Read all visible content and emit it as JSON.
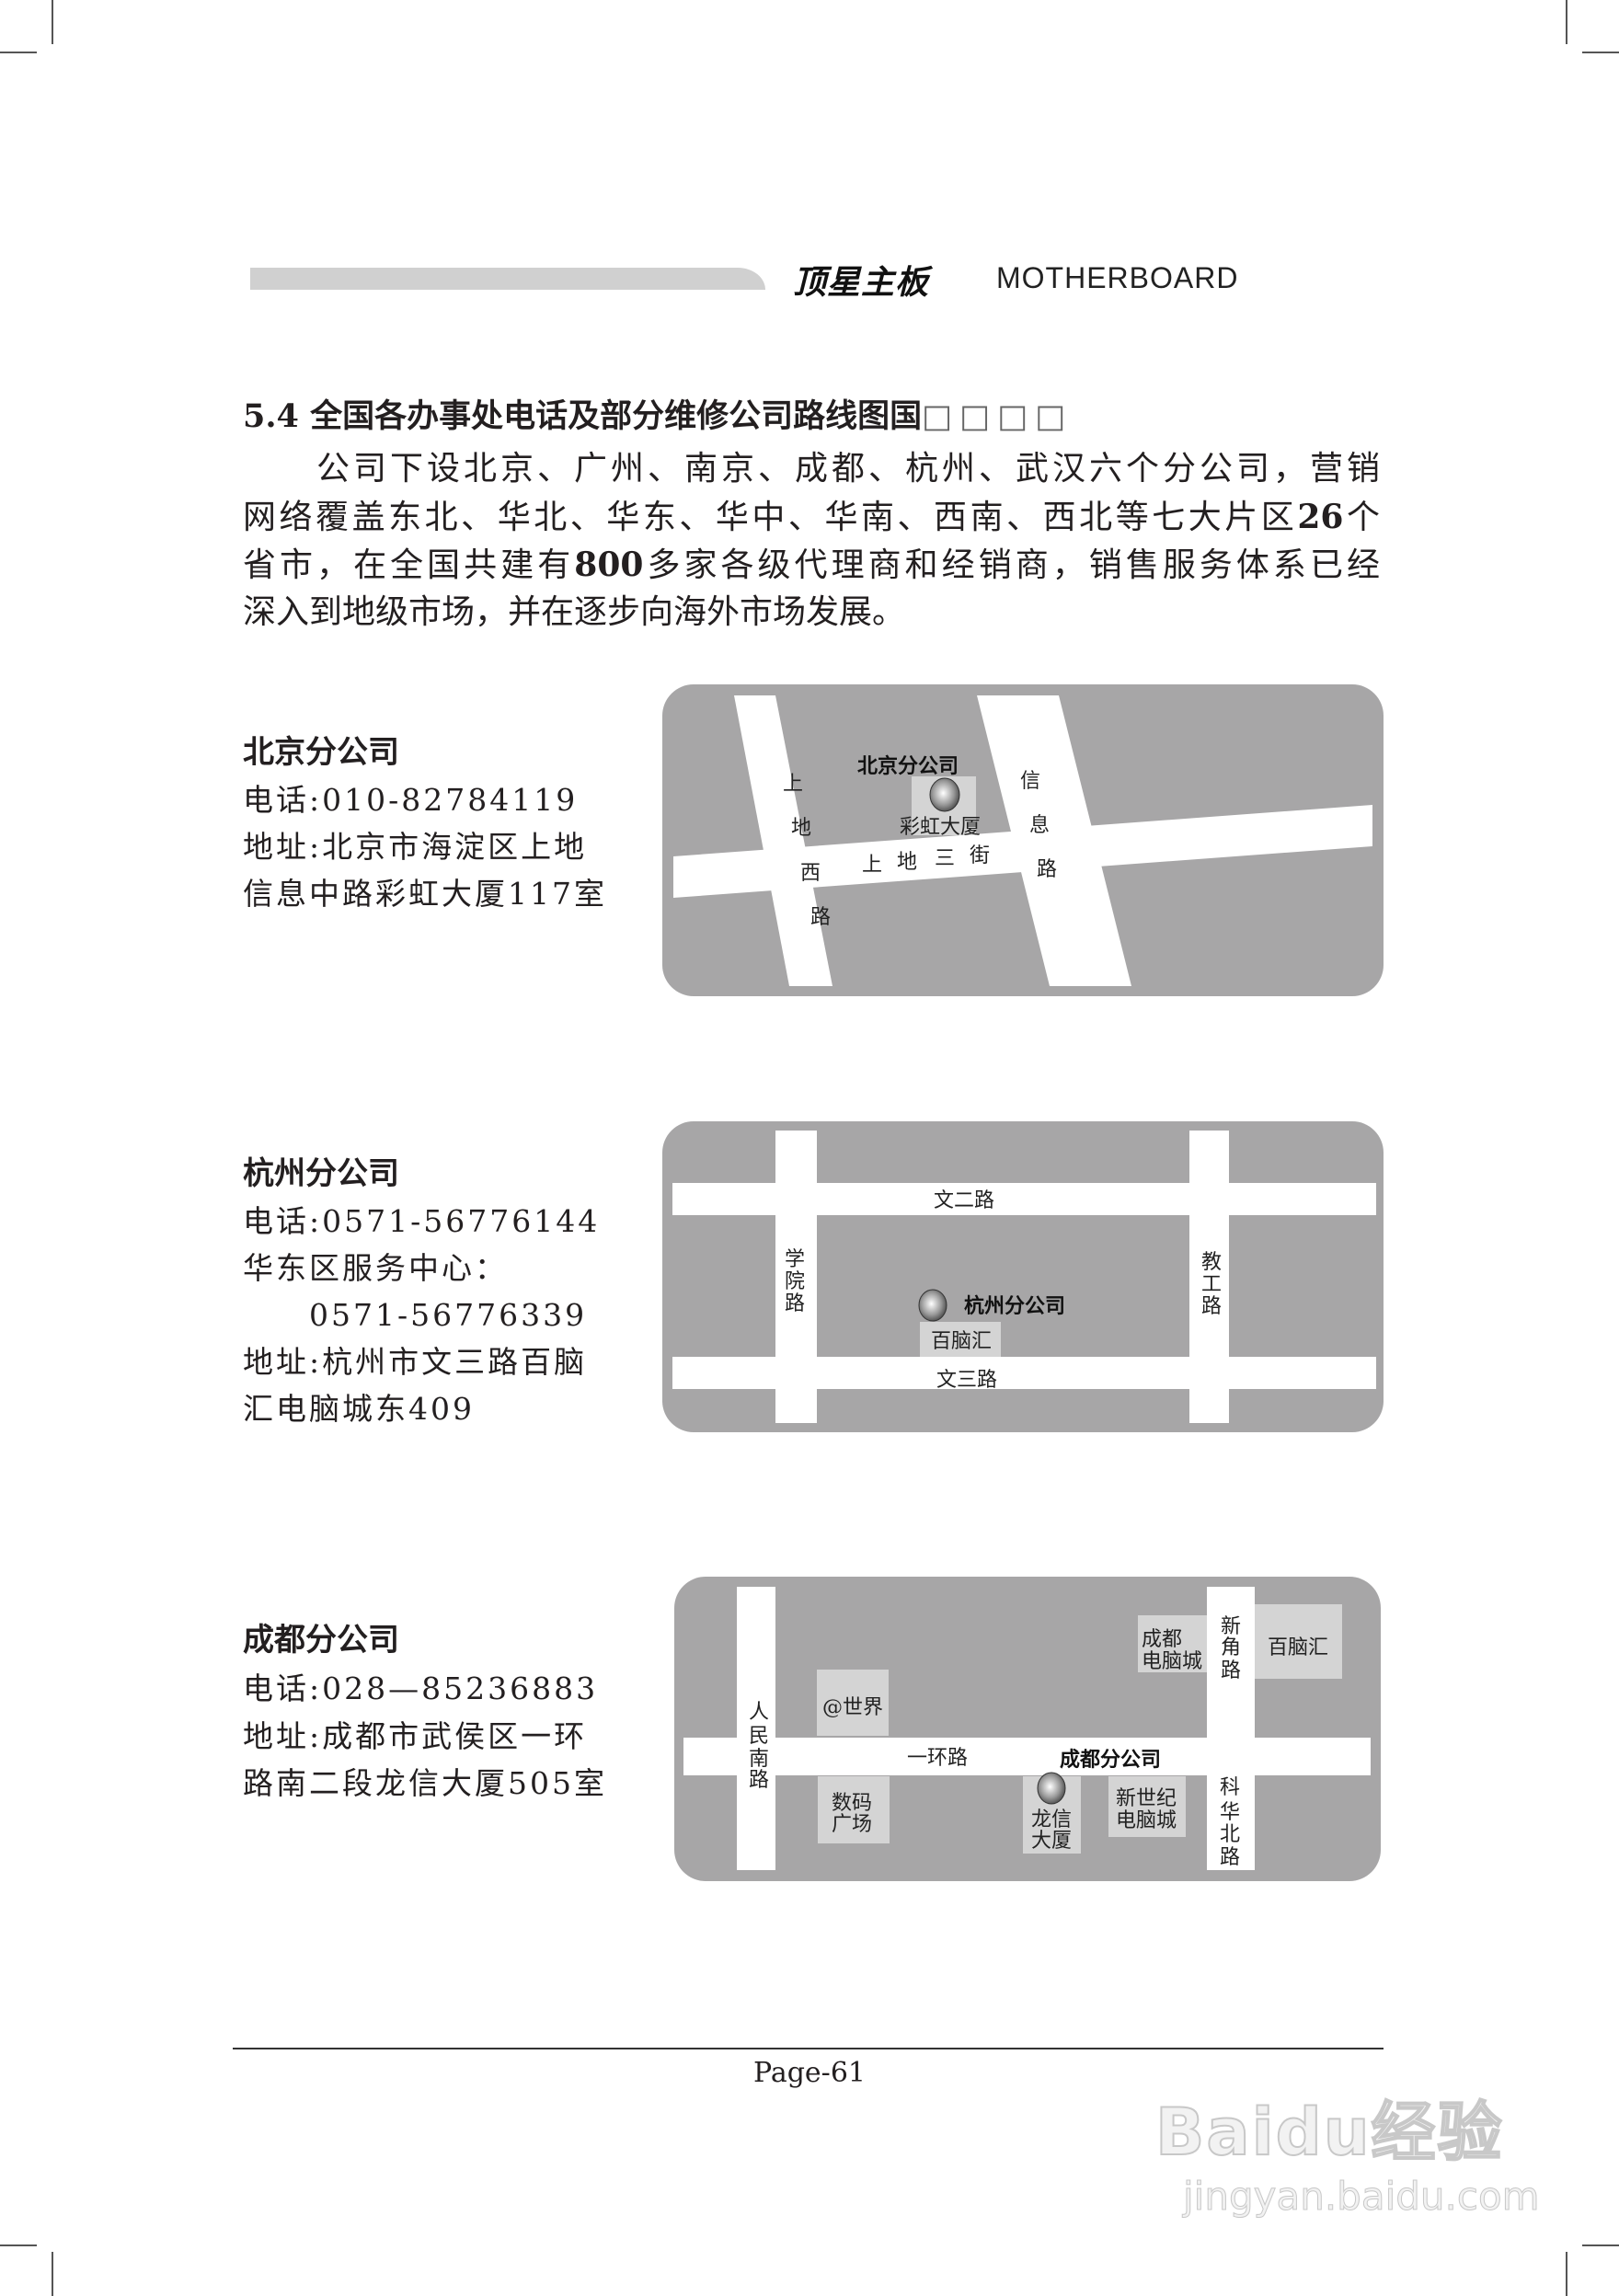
{
  "header": {
    "brand": "顶星主板",
    "brand_en": "MOTHERBOARD"
  },
  "section": {
    "heading": "5.4 全国各办事处电话及部分维修公司路线图国",
    "heading_boxes": "□□□□",
    "paragraph_lines": [
      {
        "text": "公司下设北京、广州、南京、成都、杭州、武汉六个分公司，营销"
      },
      {
        "pre": "网络覆盖东北、华北、华东、华中、华南、西南、西北等七大片区",
        "num": "26",
        "post": "个"
      },
      {
        "pre": "省市，在全国共建有",
        "num": "800",
        "post": "多家各级代理商和经销商，销售服务体系已经"
      },
      {
        "text": "深入到地级市场，并在逐步向海外市场发展。"
      }
    ]
  },
  "offices": [
    {
      "title": "北京分公司",
      "lines": [
        "电话:010-82784119",
        "地址:北京市海淀区上地",
        "信息中路彩虹大厦117室"
      ],
      "map": {
        "office_label": "北京分公司",
        "building": "彩虹大厦",
        "roads": {
          "west": [
            "上",
            "地",
            "西",
            "路"
          ],
          "street": [
            "上",
            "地",
            "三",
            "街"
          ],
          "east": [
            "信",
            "息",
            "路"
          ]
        }
      }
    },
    {
      "title": "杭州分公司",
      "lines": [
        "电话:0571-56776144",
        "华东区服务中心：",
        "　　0571-56776339",
        "地址:杭州市文三路百脑",
        "汇电脑城东409"
      ],
      "map": {
        "office_label": "杭州分公司",
        "building": "百脑汇",
        "roads": {
          "north": "文二路",
          "south": "文三路",
          "west": [
            "学",
            "院",
            "路"
          ],
          "east": [
            "教",
            "工",
            "路"
          ]
        }
      }
    },
    {
      "title": "成都分公司",
      "lines": [
        "电话:028—85236883",
        "地址:成都市武侯区一环",
        "路南二段龙信大厦505室"
      ],
      "map": {
        "office_label": "成都分公司",
        "main_road": "一环路",
        "roads": {
          "west": [
            "人",
            "民",
            "南",
            "路"
          ],
          "northeast": [
            "新",
            "角",
            "路"
          ],
          "southeast": [
            "科",
            "华",
            "北",
            "路"
          ]
        },
        "landmarks": {
          "world": "@世界",
          "digital": [
            "数码",
            "广场"
          ],
          "longxin": [
            "龙信",
            "大厦"
          ],
          "xinshiji": [
            "新世纪",
            "电脑城"
          ],
          "cdpc": [
            "成都",
            "电脑城"
          ],
          "bainaohui": "百脑汇"
        }
      }
    }
  ],
  "footer": {
    "page": "Page-61"
  },
  "watermark": {
    "logo": "Baidu经验",
    "url": "jingyan.baidu.com"
  },
  "colors": {
    "map_bg": "#a7a6a7",
    "road": "#ffffff",
    "building": "#d4d4d4",
    "header_bar": "#d0d0d0"
  }
}
